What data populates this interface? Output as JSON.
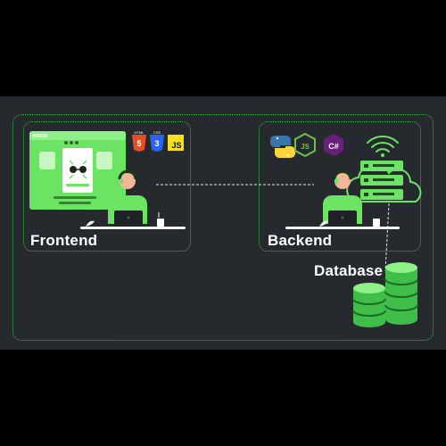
{
  "frontend": {
    "label": "Frontend",
    "tech_icons": [
      {
        "name": "html5",
        "caption": "HTML",
        "glyph": "5",
        "color": "#e34f26"
      },
      {
        "name": "css3",
        "caption": "CSS",
        "glyph": "3",
        "color": "#2965f1"
      },
      {
        "name": "javascript",
        "caption": "",
        "glyph": "JS",
        "color": "#f7df1e"
      }
    ]
  },
  "backend": {
    "label": "Backend",
    "tech_icons": [
      {
        "name": "python",
        "color": "#3776ab"
      },
      {
        "name": "nodejs",
        "glyph": "JS",
        "color": "#6cc24a"
      },
      {
        "name": "csharp",
        "glyph": "C#",
        "color": "#68217a"
      }
    ]
  },
  "database": {
    "label": "Database"
  },
  "colors": {
    "accent": "#6be463",
    "panel": "#262a2f",
    "border": "#4ea85a"
  }
}
